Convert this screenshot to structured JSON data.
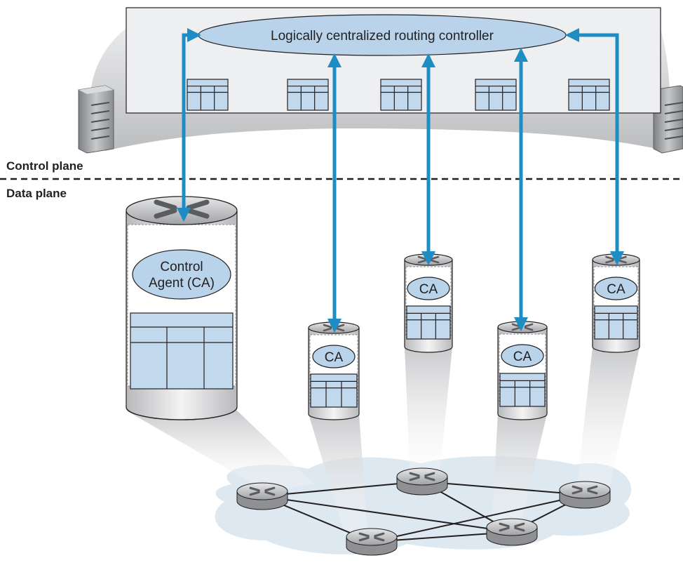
{
  "labels": {
    "controller": "Logically centralized routing controller",
    "control_plane": "Control plane",
    "data_plane": "Data plane",
    "control_agent_line1": "Control",
    "control_agent_line2": "Agent (CA)",
    "ca": "CA"
  },
  "colors": {
    "arrow": "#1d8dc3",
    "table_fill": "#c2d9ed",
    "ellipse_fill": "#b9d3ea",
    "cloud_fill": "#dde8f0",
    "outline": "#231f20"
  },
  "icons": [
    "server-icon",
    "router-icon",
    "flow-table-icon"
  ]
}
